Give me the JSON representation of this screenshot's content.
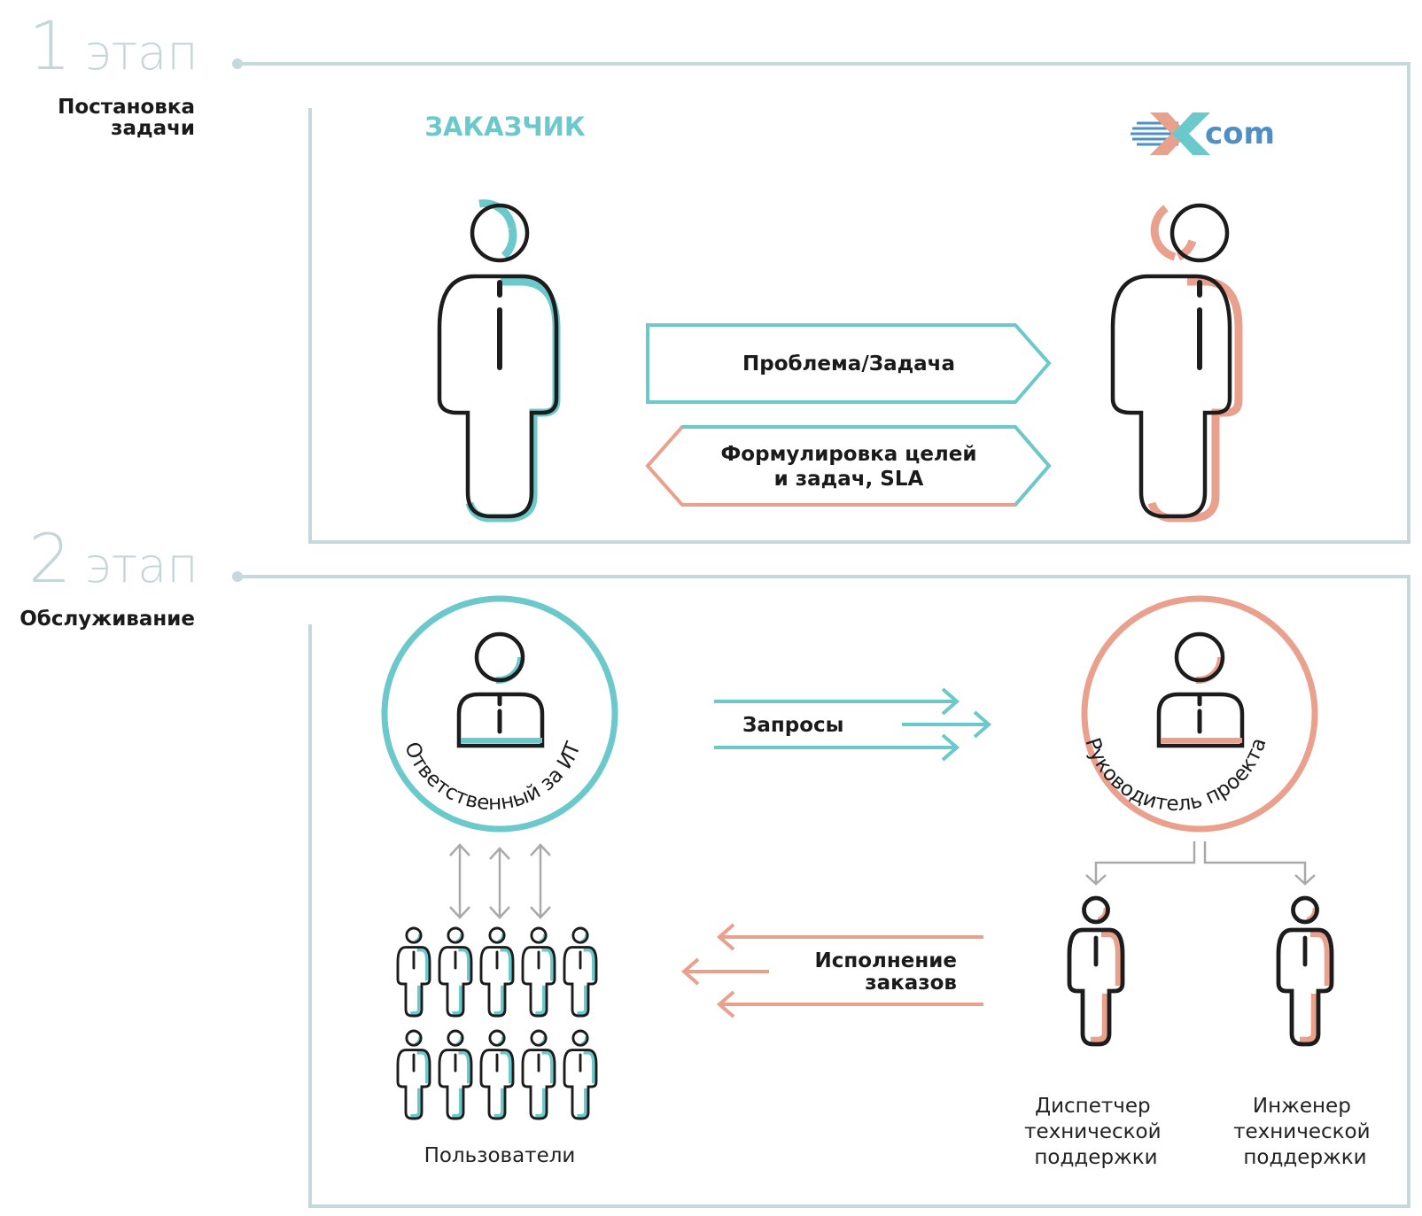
{
  "stage1": {
    "number": "1",
    "word": "этап",
    "title_line1": "Постановка",
    "title_line2": "задачи",
    "customer_label": "ЗАКАЗЧИК",
    "company_logo_text": "com",
    "problem_label": "Проблема/Задача",
    "goals_line1": "Формулировка целей",
    "goals_line2": "и задач, SLA"
  },
  "stage2": {
    "number": "2",
    "word": "этап",
    "title": "Обслуживание",
    "it_responsible_label": "Ответственный за ИТ",
    "project_manager_label": "Руководитель проекта",
    "requests_label": "Запросы",
    "execution_line1": "Исполнение",
    "execution_line2": "заказов",
    "users_label": "Пользователи",
    "dispatcher_lines": [
      "Диспетчер",
      "технической",
      "поддержки"
    ],
    "engineer_lines": [
      "Инженер",
      "технической",
      "поддержки"
    ]
  },
  "colors": {
    "teal": "#6cc9cb",
    "salmon": "#e9a08c",
    "frame": "#c5d9dc",
    "ink": "#1c1c1c",
    "gray_arrow": "#a9a9a9",
    "logo_blue": "#4e8fc4"
  }
}
